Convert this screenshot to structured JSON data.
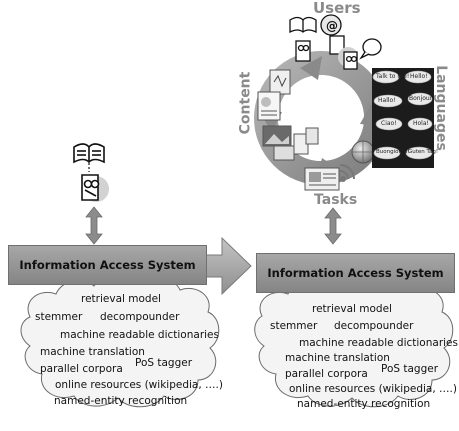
{
  "labels": {
    "users": "Users",
    "languages": "Languages",
    "content": "Content",
    "tasks": "Tasks"
  },
  "left_panel": {
    "system_title": "Information Access System",
    "components": [
      "retrieval model",
      "stemmer",
      "decompounder",
      "machine readable dictionaries",
      "machine translation",
      "PoS tagger",
      "parallel corpora",
      "online resources (wikipedia, ….)",
      "named-entity recognition"
    ]
  },
  "right_panel": {
    "system_title": "Information Access System",
    "components": [
      "retrieval model",
      "stemmer",
      "decompounder",
      "machine readable dictionaries",
      "machine translation",
      "PoS tagger",
      "parallel corpora",
      "online resources (wikipedia, ….)",
      "named-entity recognition"
    ]
  },
  "language_bubbles": [
    "Talk to me!",
    "Hello!",
    "Hallo!",
    "Bonjour!",
    "Ciao!",
    "Hola!",
    "Buongiorno!",
    "Guten Tag!"
  ],
  "colors": {
    "arrow_gray": "#8c8c8c",
    "box_gray": "#969696",
    "cloud_fill": "#f4f4f4",
    "label_gray": "#8a8a8a"
  }
}
